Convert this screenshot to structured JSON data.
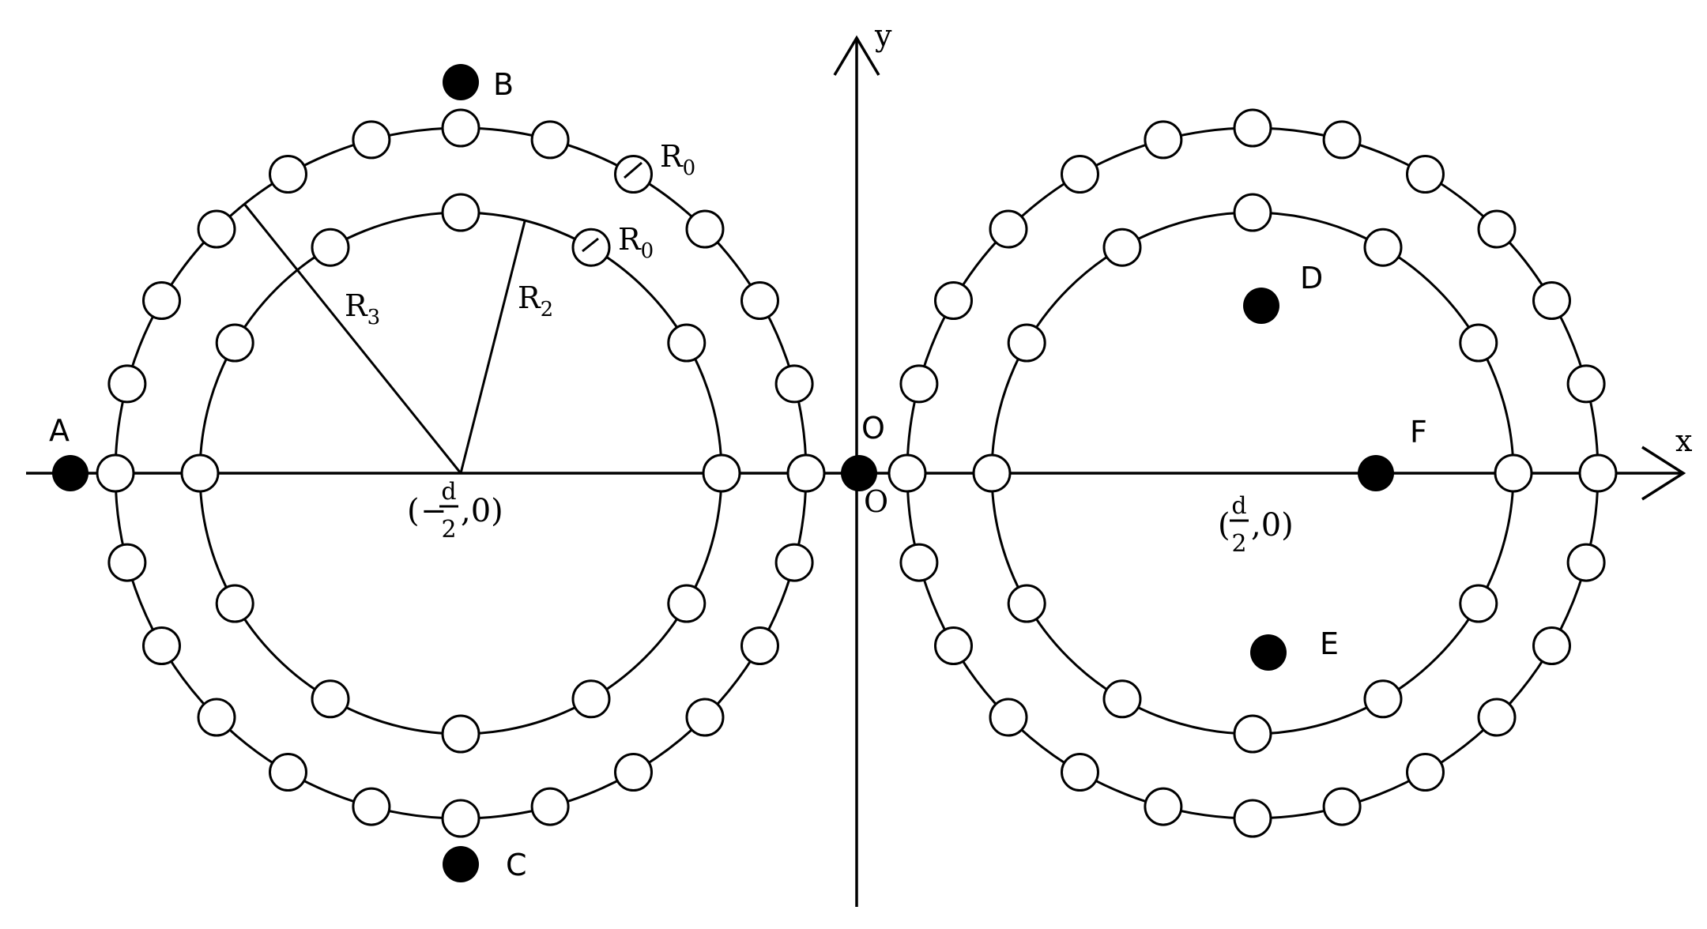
{
  "axes": {
    "x_label": "x",
    "y_label": "y",
    "origin_label_top": "O",
    "origin_label_bottom": "O"
  },
  "circles": {
    "left": {
      "center_label": {
        "open": "(",
        "sign": "−",
        "num": "d",
        "den": "2",
        "rest": ",0)"
      },
      "r2_label": {
        "main": "R",
        "sub": "2"
      },
      "r3_label": {
        "main": "R",
        "sub": "3"
      },
      "r0_outer_label": {
        "main": "R",
        "sub": "0"
      },
      "r0_inner_label": {
        "main": "R",
        "sub": "0"
      }
    },
    "right": {
      "center_label": {
        "open": "(",
        "num": "d",
        "den": "2",
        "rest": ",0)"
      }
    },
    "inner_hole_count": 12,
    "outer_hole_count": 24
  },
  "points": {
    "A": "A",
    "B": "B",
    "C": "C",
    "D": "D",
    "E": "E",
    "F": "F"
  }
}
